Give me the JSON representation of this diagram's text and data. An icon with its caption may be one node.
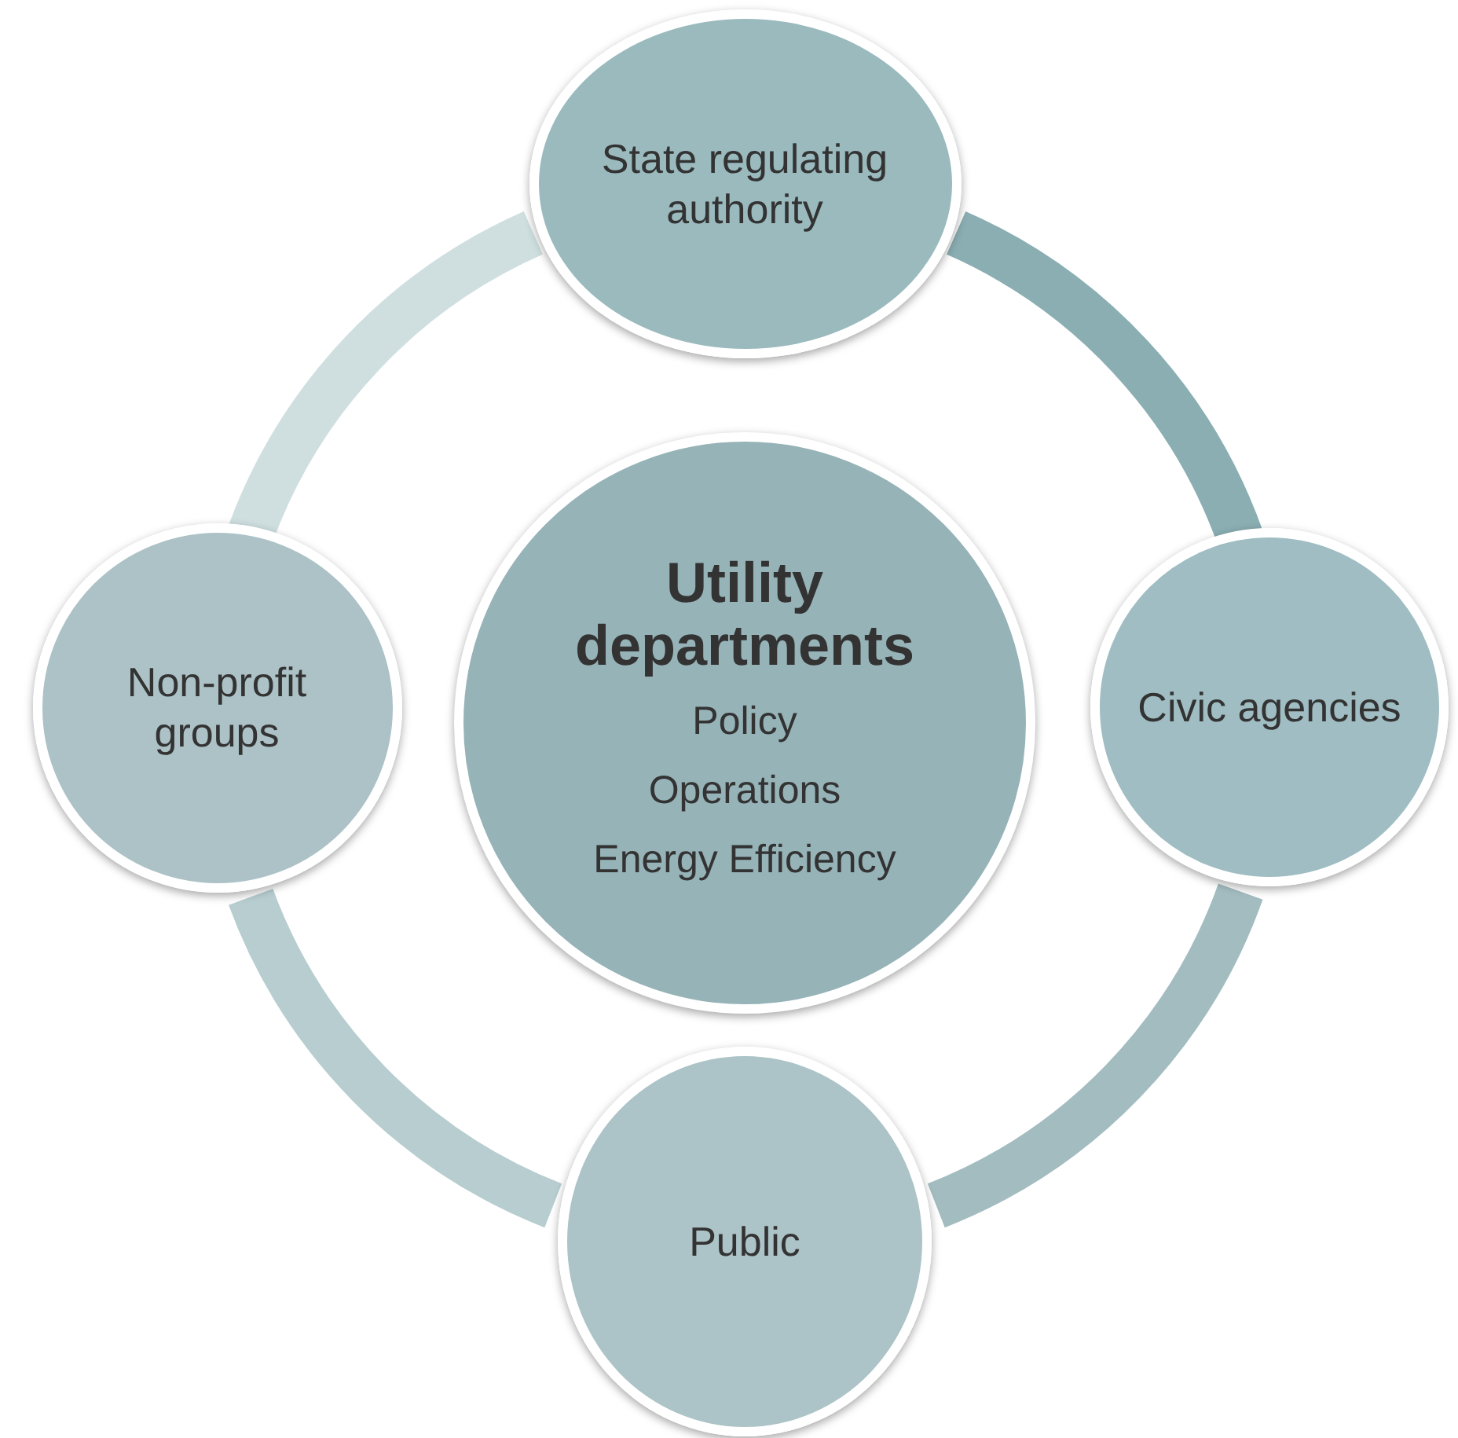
{
  "diagram": {
    "nodes": [
      {
        "text": [
          "State regulating authority"
        ]
      },
      {
        "text": [
          "Non-profit groups"
        ]
      },
      {
        "text": [
          "Utility departments",
          "Policy",
          "Operations",
          "Energy Efficiency"
        ]
      },
      {
        "text": [
          "Civic agencies"
        ]
      },
      {
        "text": [
          "Public"
        ]
      }
    ],
    "edges": [
      {
        "from": 0,
        "to": 3,
        "arrow": "none",
        "color": "#8aaeb2"
      },
      {
        "from": 3,
        "to": 4,
        "arrow": "none",
        "color": "#a3bcc0"
      },
      {
        "from": 4,
        "to": 1,
        "arrow": "none",
        "color": "#b7cdd0"
      },
      {
        "from": 1,
        "to": 0,
        "arrow": "none",
        "color": "#cfdfe0"
      }
    ]
  }
}
